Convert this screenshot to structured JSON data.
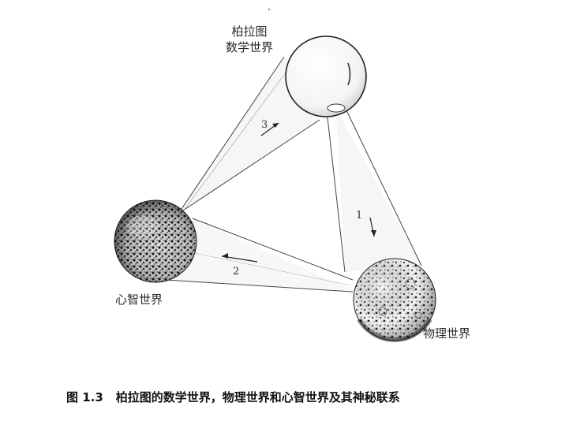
{
  "labels": {
    "platonic_line1": "柏拉图",
    "platonic_line2": "数学世界",
    "mental": "心智世界",
    "physical": "物理世界"
  },
  "arrows": [
    "1",
    "2",
    "3"
  ],
  "caption": {
    "number": "图 1.3",
    "text": "柏拉图的数学世界，物理世界和心智世界及其神秘联系"
  }
}
